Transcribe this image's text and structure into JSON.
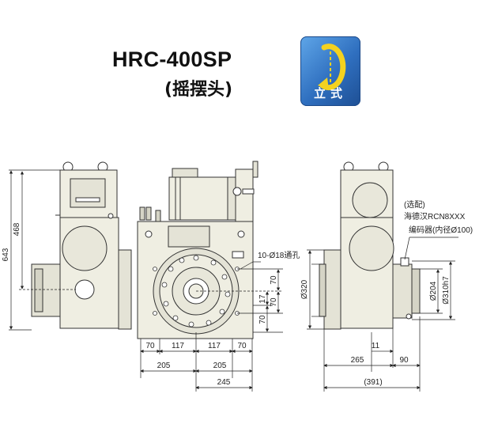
{
  "header": {
    "title": "HRC-400SP",
    "subtitle": "(摇摆头)"
  },
  "badge": {
    "label": "立式",
    "icon": "rotate-arrow-icon",
    "colors": {
      "top": "#5fa6e8",
      "bottom": "#1e4f94",
      "arrow": "#f4d21f"
    }
  },
  "callouts": {
    "holes": "10-Ø18通孔",
    "option": "(选配)",
    "encoder_model": "海德汉RCN8XXX",
    "encoder_desc": "编码器(内径Ø100)"
  },
  "dims": {
    "height_total": "643",
    "height_center": "468",
    "bot_70_left": "70",
    "bot_117_left": "117",
    "bot_117_right": "117",
    "bot_70_right": "70",
    "bot_205_left": "205",
    "bot_205_right": "205",
    "bot_245": "245",
    "right_70_top": "70",
    "right_70_mid": "70",
    "right_17": "17",
    "right_70_bottom": "70",
    "dia_320": "Ø320",
    "dia_204": "Ø204",
    "dia_310h7": "Ø310h7",
    "side_11": "11",
    "side_265": "265",
    "side_90": "90",
    "side_391": "(391)"
  },
  "colors": {
    "body_fill": "#efeee2",
    "body_fill_dark": "#dddccd",
    "line": "#333333",
    "dim_line": "#222222"
  }
}
